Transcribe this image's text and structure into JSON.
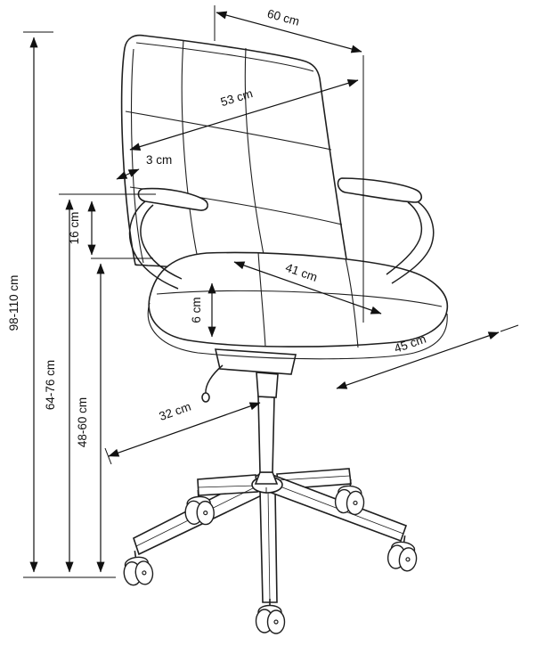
{
  "diagram": {
    "type": "product-dimension-diagram",
    "subject": "office swivel chair with quilted backrest, armrests and five-star caster base",
    "unit": "cm",
    "dims": {
      "top_width": {
        "label": "60 cm"
      },
      "backrest_width": {
        "label": "53 cm"
      },
      "backrest_thickness": {
        "label": "3 cm"
      },
      "backrest_seat_gap": {
        "label": "16 cm"
      },
      "seat_depth": {
        "label": "41 cm"
      },
      "seat_thickness": {
        "label": "6 cm"
      },
      "seat_width": {
        "label": "45 cm"
      },
      "base_leg_reach": {
        "label": "32 cm"
      },
      "total_height": {
        "label": "98-110 cm"
      },
      "armrest_height": {
        "label": "64-76 cm"
      },
      "seat_height": {
        "label": "48-60 cm"
      }
    }
  }
}
